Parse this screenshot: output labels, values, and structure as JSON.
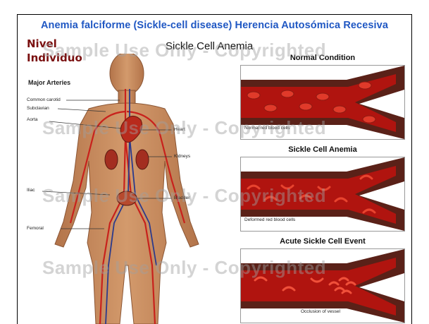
{
  "slide": {
    "title": "Anemia falciforme (Sickle-cell disease) Herencia Autosómica Recesiva",
    "level_line1": "Nivel",
    "level_line2": "Individuo"
  },
  "illustration": {
    "title": "Sickle Cell Anemia",
    "watermark": "Sample Use Only - Copyrighted",
    "arteries_title": "Major Arteries",
    "labels": {
      "common_carotid": "Common carotid",
      "subclavian": "Subclavian",
      "aorta": "Aorta",
      "heart": "Heart",
      "kidneys": "Kidneys",
      "iliac": "Iliac",
      "bladder": "Bladder",
      "femoral": "Femoral"
    }
  },
  "panels": [
    {
      "title": "Normal Condition",
      "callout": "Normal red blood cells"
    },
    {
      "title": "Sickle Cell Anemia",
      "callout": "Deformed red blood cells"
    },
    {
      "title": "Acute Sickle Cell Event",
      "callout": "Occlusion of vessel"
    }
  ],
  "colors": {
    "title_blue": "#1f57c3",
    "level_red": "#7a1010",
    "skin": "#c6875a",
    "artery": "#c8211c",
    "vein": "#2b3a8c",
    "vessel_wall": "#5a2118",
    "blood": "#b0140f"
  }
}
